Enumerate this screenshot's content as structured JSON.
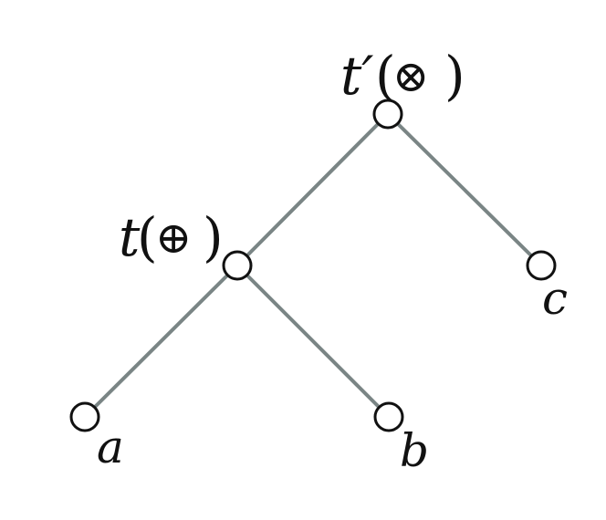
{
  "tree": {
    "root": {
      "name": "t′",
      "op": "⊗"
    },
    "inner": {
      "name": "t",
      "op": "⊕"
    },
    "leaves": [
      "a",
      "b",
      "c"
    ]
  },
  "colors": {
    "edge": "#7a8585",
    "node_stroke": "#111111"
  }
}
